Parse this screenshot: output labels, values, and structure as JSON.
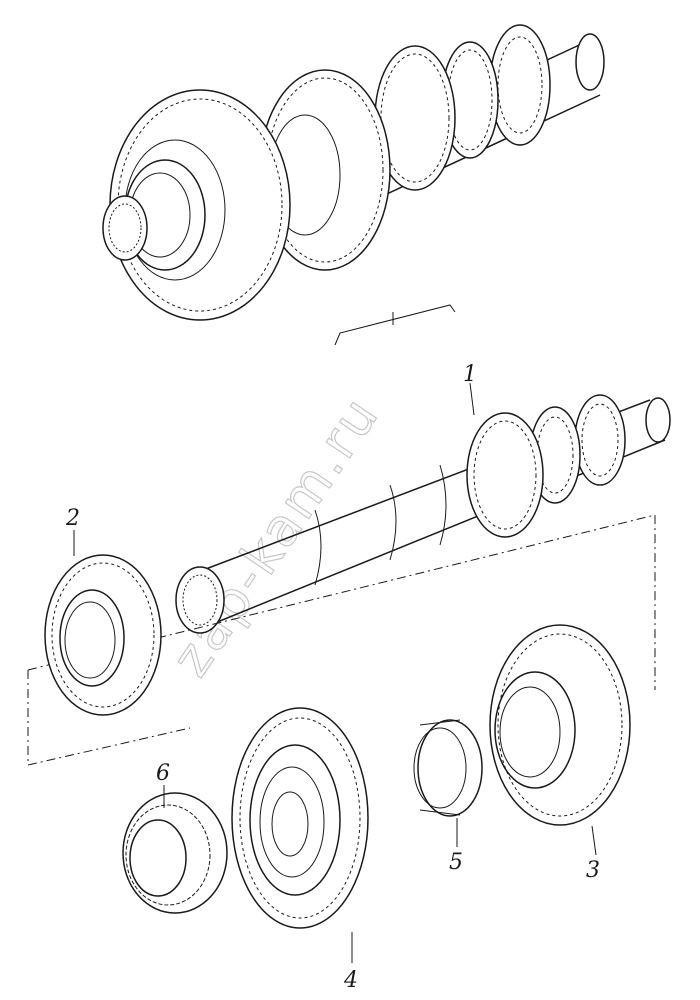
{
  "callouts": {
    "part_1": "1",
    "part_2": "2",
    "part_3": "3",
    "part_4": "4",
    "part_5": "5",
    "part_6": "6"
  },
  "watermark": "zap-kam.ru",
  "colors": {
    "ink": "#1a1a1a",
    "paper": "#ffffff",
    "watermark": "#9a9a9a"
  }
}
